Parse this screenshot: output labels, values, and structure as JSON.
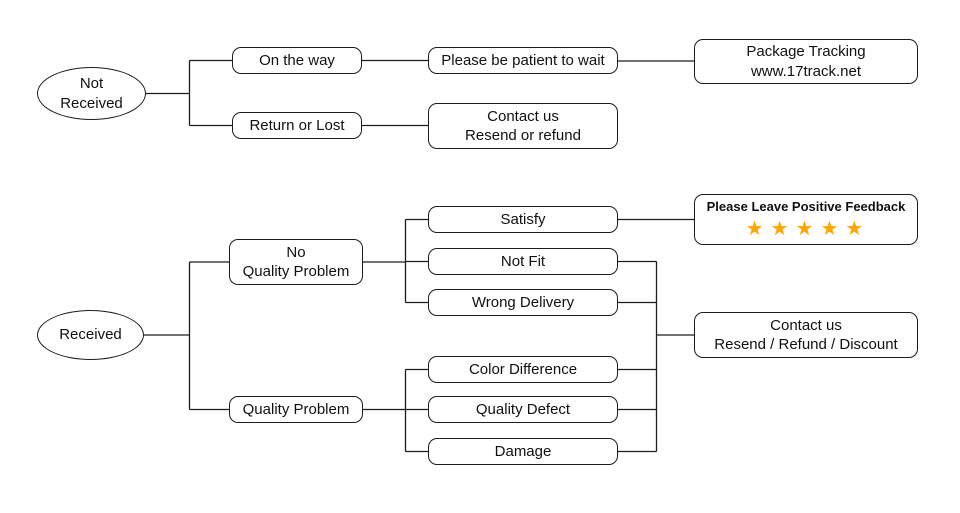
{
  "flowchart": {
    "not_received": {
      "label": "Not\nReceived"
    },
    "on_the_way": {
      "label": "On the way"
    },
    "be_patient": {
      "label": "Please be patient to wait"
    },
    "package_tracking": {
      "label": "Package Tracking\nwww.17track.net"
    },
    "return_or_lost": {
      "label": "Return or Lost"
    },
    "contact_top": {
      "label": "Contact us\nResend or refund"
    },
    "received": {
      "label": "Received"
    },
    "no_quality_problem": {
      "label": "No\nQuality Problem"
    },
    "satisfy": {
      "label": "Satisfy"
    },
    "feedback": {
      "label": "Please Leave Positive Feedback",
      "stars": "★★★★★",
      "star_count": 5,
      "star_color": "#FFA500"
    },
    "not_fit": {
      "label": "Not Fit"
    },
    "wrong_delivery": {
      "label": "Wrong Delivery"
    },
    "quality_problem": {
      "label": "Quality Problem"
    },
    "color_difference": {
      "label": "Color Difference"
    },
    "quality_defect": {
      "label": "Quality Defect"
    },
    "damage": {
      "label": "Damage"
    },
    "contact_bottom": {
      "label": "Contact us\nResend / Refund / Discount"
    }
  },
  "colors": {
    "background": "#ffffff",
    "node_border": "#1c1c1c",
    "connector_line": "#1c1c1c",
    "text": "#111111",
    "star": "#FFA500"
  }
}
